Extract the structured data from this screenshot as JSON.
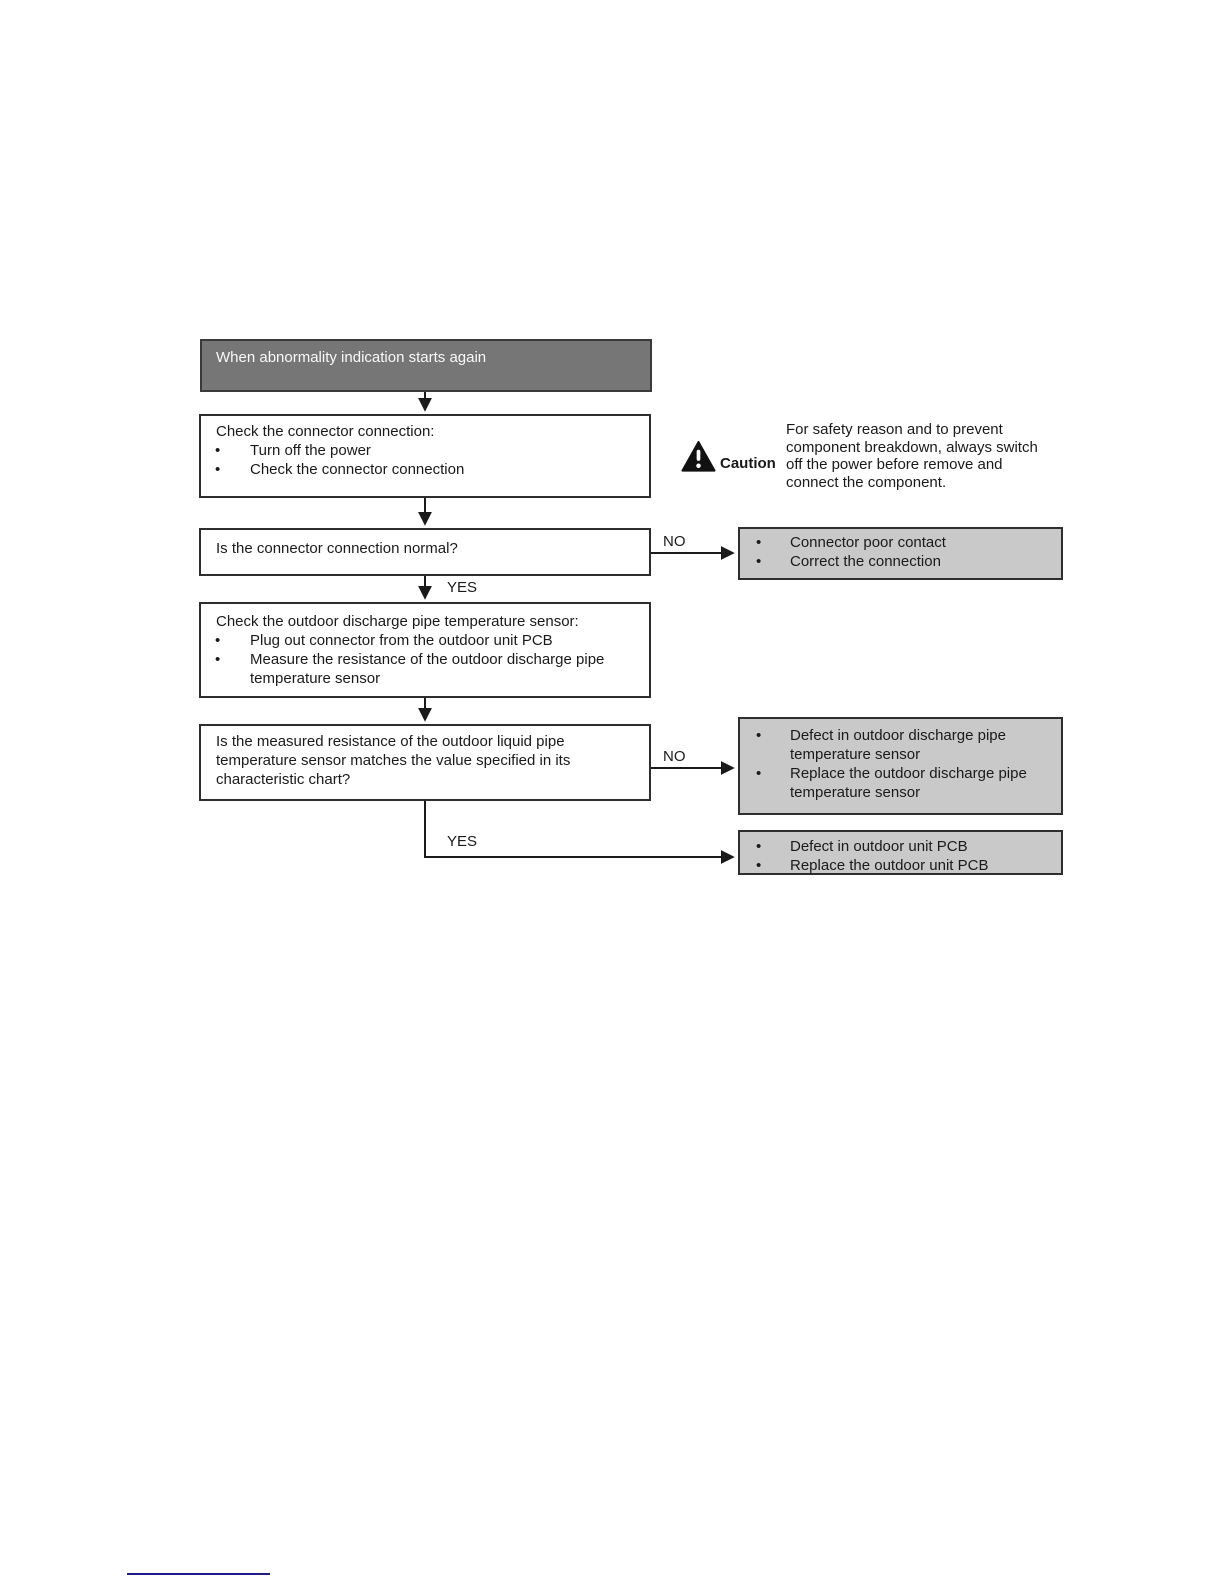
{
  "flowchart": {
    "start_title": "When abnormality indication starts again",
    "check_connector": {
      "title": "Check the connector connection:",
      "bullets": [
        "Turn off the power",
        "Check the connector connection"
      ]
    },
    "caution": {
      "label": "Caution",
      "icon": "warning-triangle-icon",
      "text": "For safety reason and to prevent component breakdown, always switch off the power before remove and connect the component."
    },
    "q_connector": {
      "text": "Is the connector connection normal?"
    },
    "result_contact": {
      "bullets": [
        "Connector poor contact",
        "Correct the connection"
      ]
    },
    "check_sensor": {
      "title": "Check the outdoor discharge pipe temperature sensor:",
      "bullets": [
        "Plug out connector from the outdoor unit PCB",
        "Measure the resistance of the outdoor discharge pipe temperature sensor"
      ]
    },
    "q_resistance": {
      "text": "Is the measured resistance of the outdoor liquid pipe temperature sensor matches the value specified in its characteristic chart?"
    },
    "result_sensor": {
      "bullets": [
        "Defect in outdoor discharge pipe temperature sensor",
        "Replace the outdoor discharge pipe temperature sensor"
      ]
    },
    "result_pcb": {
      "bullets": [
        "Defect in outdoor unit PCB",
        "Replace the outdoor unit PCB"
      ]
    },
    "labels": {
      "no": "NO",
      "yes": "YES"
    }
  },
  "colors": {
    "header_bg": "#767676",
    "header_text": "#f8f8f8",
    "box_border": "#2e2e2e",
    "result_bg": "#c9c9c9",
    "line": "#1a1a1a",
    "footer_rule": "#1c1c8f"
  }
}
